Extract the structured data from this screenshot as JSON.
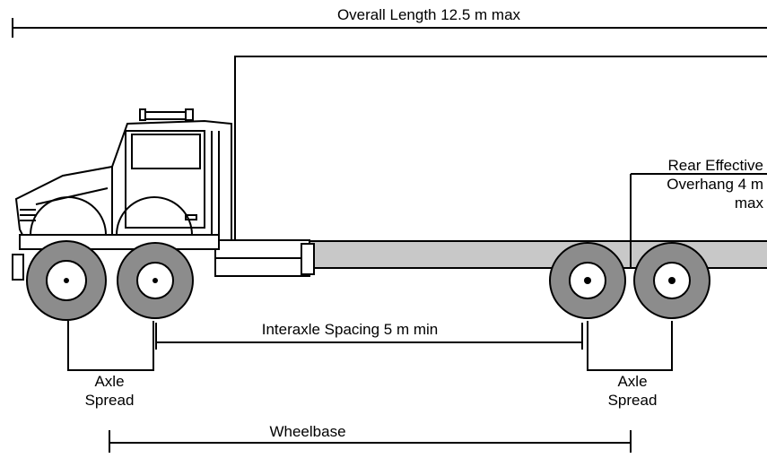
{
  "labels": {
    "overall_length": "Overall Length 12.5 m max",
    "rear_overhang_line1": "Rear Effective",
    "rear_overhang_line2": "Overhang 4 m",
    "rear_overhang_line3": "max",
    "interaxle_spacing": "Interaxle Spacing 5 m min",
    "axle_spread_front_line1": "Axle",
    "axle_spread_front_line2": "Spread",
    "axle_spread_rear_line1": "Axle",
    "axle_spread_rear_line2": "Spread",
    "wheelbase": "Wheelbase"
  },
  "colors": {
    "line": "#000000",
    "tire": "#8c8c8c",
    "rim": "#ffffff",
    "frame": "#c8c8c8",
    "body": "#ffffff"
  }
}
